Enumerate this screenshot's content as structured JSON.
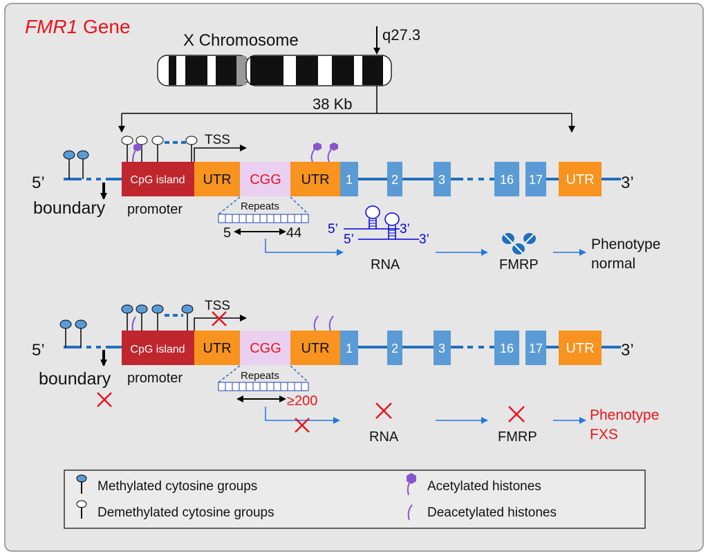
{
  "title": {
    "gene": "FMR1",
    "suffix": " Gene"
  },
  "chromosome": {
    "label": "X Chromosome",
    "locus": "q27.3",
    "length": "38 Kb"
  },
  "normal": {
    "five_prime": "5’",
    "three_prime": "3’",
    "boundary": "boundary",
    "promoter": "promoter",
    "cpg": "CpG island",
    "utr": "UTR",
    "cgg": "CGG",
    "tss": "TSS",
    "exons": [
      "1",
      "2",
      "3",
      "16",
      "17"
    ],
    "utr3": "UTR",
    "repeats": "Repeats",
    "repeat_min": "5",
    "repeat_max": "44",
    "rna_5a": "5’",
    "rna_3a": "3’",
    "rna_5b": "5’",
    "rna_3b": "3’",
    "rna": "RNA",
    "fmrp": "FMRP",
    "phenotype_1": "Phenotype",
    "phenotype_2": "normal"
  },
  "fxs": {
    "five_prime": "5’",
    "three_prime": "3’",
    "boundary": "boundary",
    "promoter": "promoter",
    "cpg": "CpG island",
    "utr": "UTR",
    "cgg": "CGG",
    "tss": "TSS",
    "exons": [
      "1",
      "2",
      "3",
      "16",
      "17"
    ],
    "utr3": "UTR",
    "repeats": "Repeats",
    "repeat_max": "≥200",
    "rna": "RNA",
    "fmrp": "FMRP",
    "phenotype_1": "Phenotype",
    "phenotype_2": "FXS"
  },
  "legend": {
    "methylated": "Methylated cytosine groups",
    "demethylated": "Demethylated cytosine groups",
    "acetylated": "Acetylated histones",
    "deacetylated": "Deacetylated histones"
  },
  "colors": {
    "red": "#e8141c",
    "blue": "#0000e0",
    "cpg": "#c0262d",
    "utr": "#f7931e",
    "cgg": "#ead0f0",
    "exon": "#5b9bd5",
    "line": "#1f6fc0",
    "arrow": "#2277dd",
    "purple": "#8855cc"
  }
}
